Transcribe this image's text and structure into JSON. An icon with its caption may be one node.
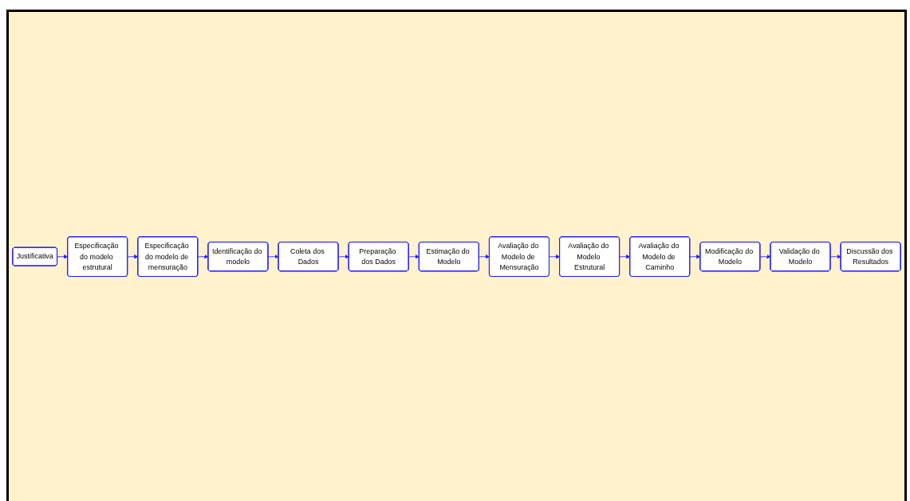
{
  "diagram": {
    "nodes": [
      {
        "text": [
          "Justificativa"
        ]
      },
      {
        "text": [
          "Especificação do modelo estrutural"
        ]
      },
      {
        "text": [
          "Especificação do modelo de mensuração"
        ]
      },
      {
        "text": [
          "Identificação do modelo"
        ]
      },
      {
        "text": [
          "Coleta dos Dados"
        ]
      },
      {
        "text": [
          "Preparação dos Dados"
        ]
      },
      {
        "text": [
          "Estimação do Modelo"
        ]
      },
      {
        "text": [
          "Avaliação do Modelo de Mensuração"
        ]
      },
      {
        "text": [
          "Avaliação do Modelo Estrutural"
        ]
      },
      {
        "text": [
          "Avaliação do Modelo de Caminho"
        ]
      },
      {
        "text": [
          "Modificação do Modelo"
        ]
      },
      {
        "text": [
          "Validação do Modelo"
        ]
      },
      {
        "text": [
          "Discussão dos Resultados"
        ]
      }
    ],
    "edges": [
      {
        "from": 0,
        "to": 1,
        "arrow": "to"
      },
      {
        "from": 1,
        "to": 2,
        "arrow": "to"
      },
      {
        "from": 2,
        "to": 3,
        "arrow": "to"
      },
      {
        "from": 3,
        "to": 4,
        "arrow": "to"
      },
      {
        "from": 4,
        "to": 5,
        "arrow": "to"
      },
      {
        "from": 5,
        "to": 6,
        "arrow": "to"
      },
      {
        "from": 6,
        "to": 7,
        "arrow": "to"
      },
      {
        "from": 7,
        "to": 8,
        "arrow": "to"
      },
      {
        "from": 8,
        "to": 9,
        "arrow": "to"
      },
      {
        "from": 9,
        "to": 10,
        "arrow": "to"
      },
      {
        "from": 10,
        "to": 11,
        "arrow": "to"
      },
      {
        "from": 11,
        "to": 12,
        "arrow": "to"
      }
    ]
  }
}
